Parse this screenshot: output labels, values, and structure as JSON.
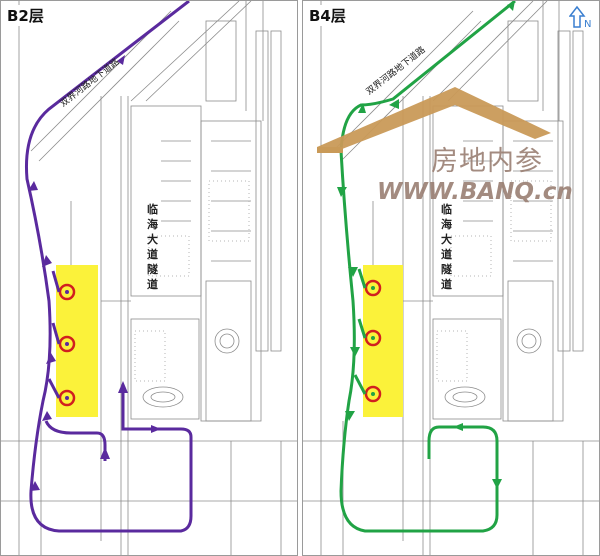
{
  "panels": [
    {
      "id": "b2",
      "label": "B2层",
      "road_label": "双界河路地下道路",
      "tunnel_label": [
        "临",
        "海",
        "大",
        "道",
        "隧",
        "道"
      ],
      "route_color": "#5a2a9e"
    },
    {
      "id": "b4",
      "label": "B4层",
      "road_label": "双界河路地下道路",
      "tunnel_label": [
        "临",
        "海",
        "大",
        "道",
        "隧",
        "道"
      ],
      "route_color": "#21a345"
    }
  ],
  "compass": {
    "letter": "N",
    "color": "#3a7fd0"
  },
  "watermark": {
    "text1": "房地内参",
    "text2": "WWW.BANQ.cn"
  },
  "colors": {
    "highlight": "#fbf23a",
    "marker_ring": "#d11f1f",
    "map_line": "#8c8c8c"
  }
}
